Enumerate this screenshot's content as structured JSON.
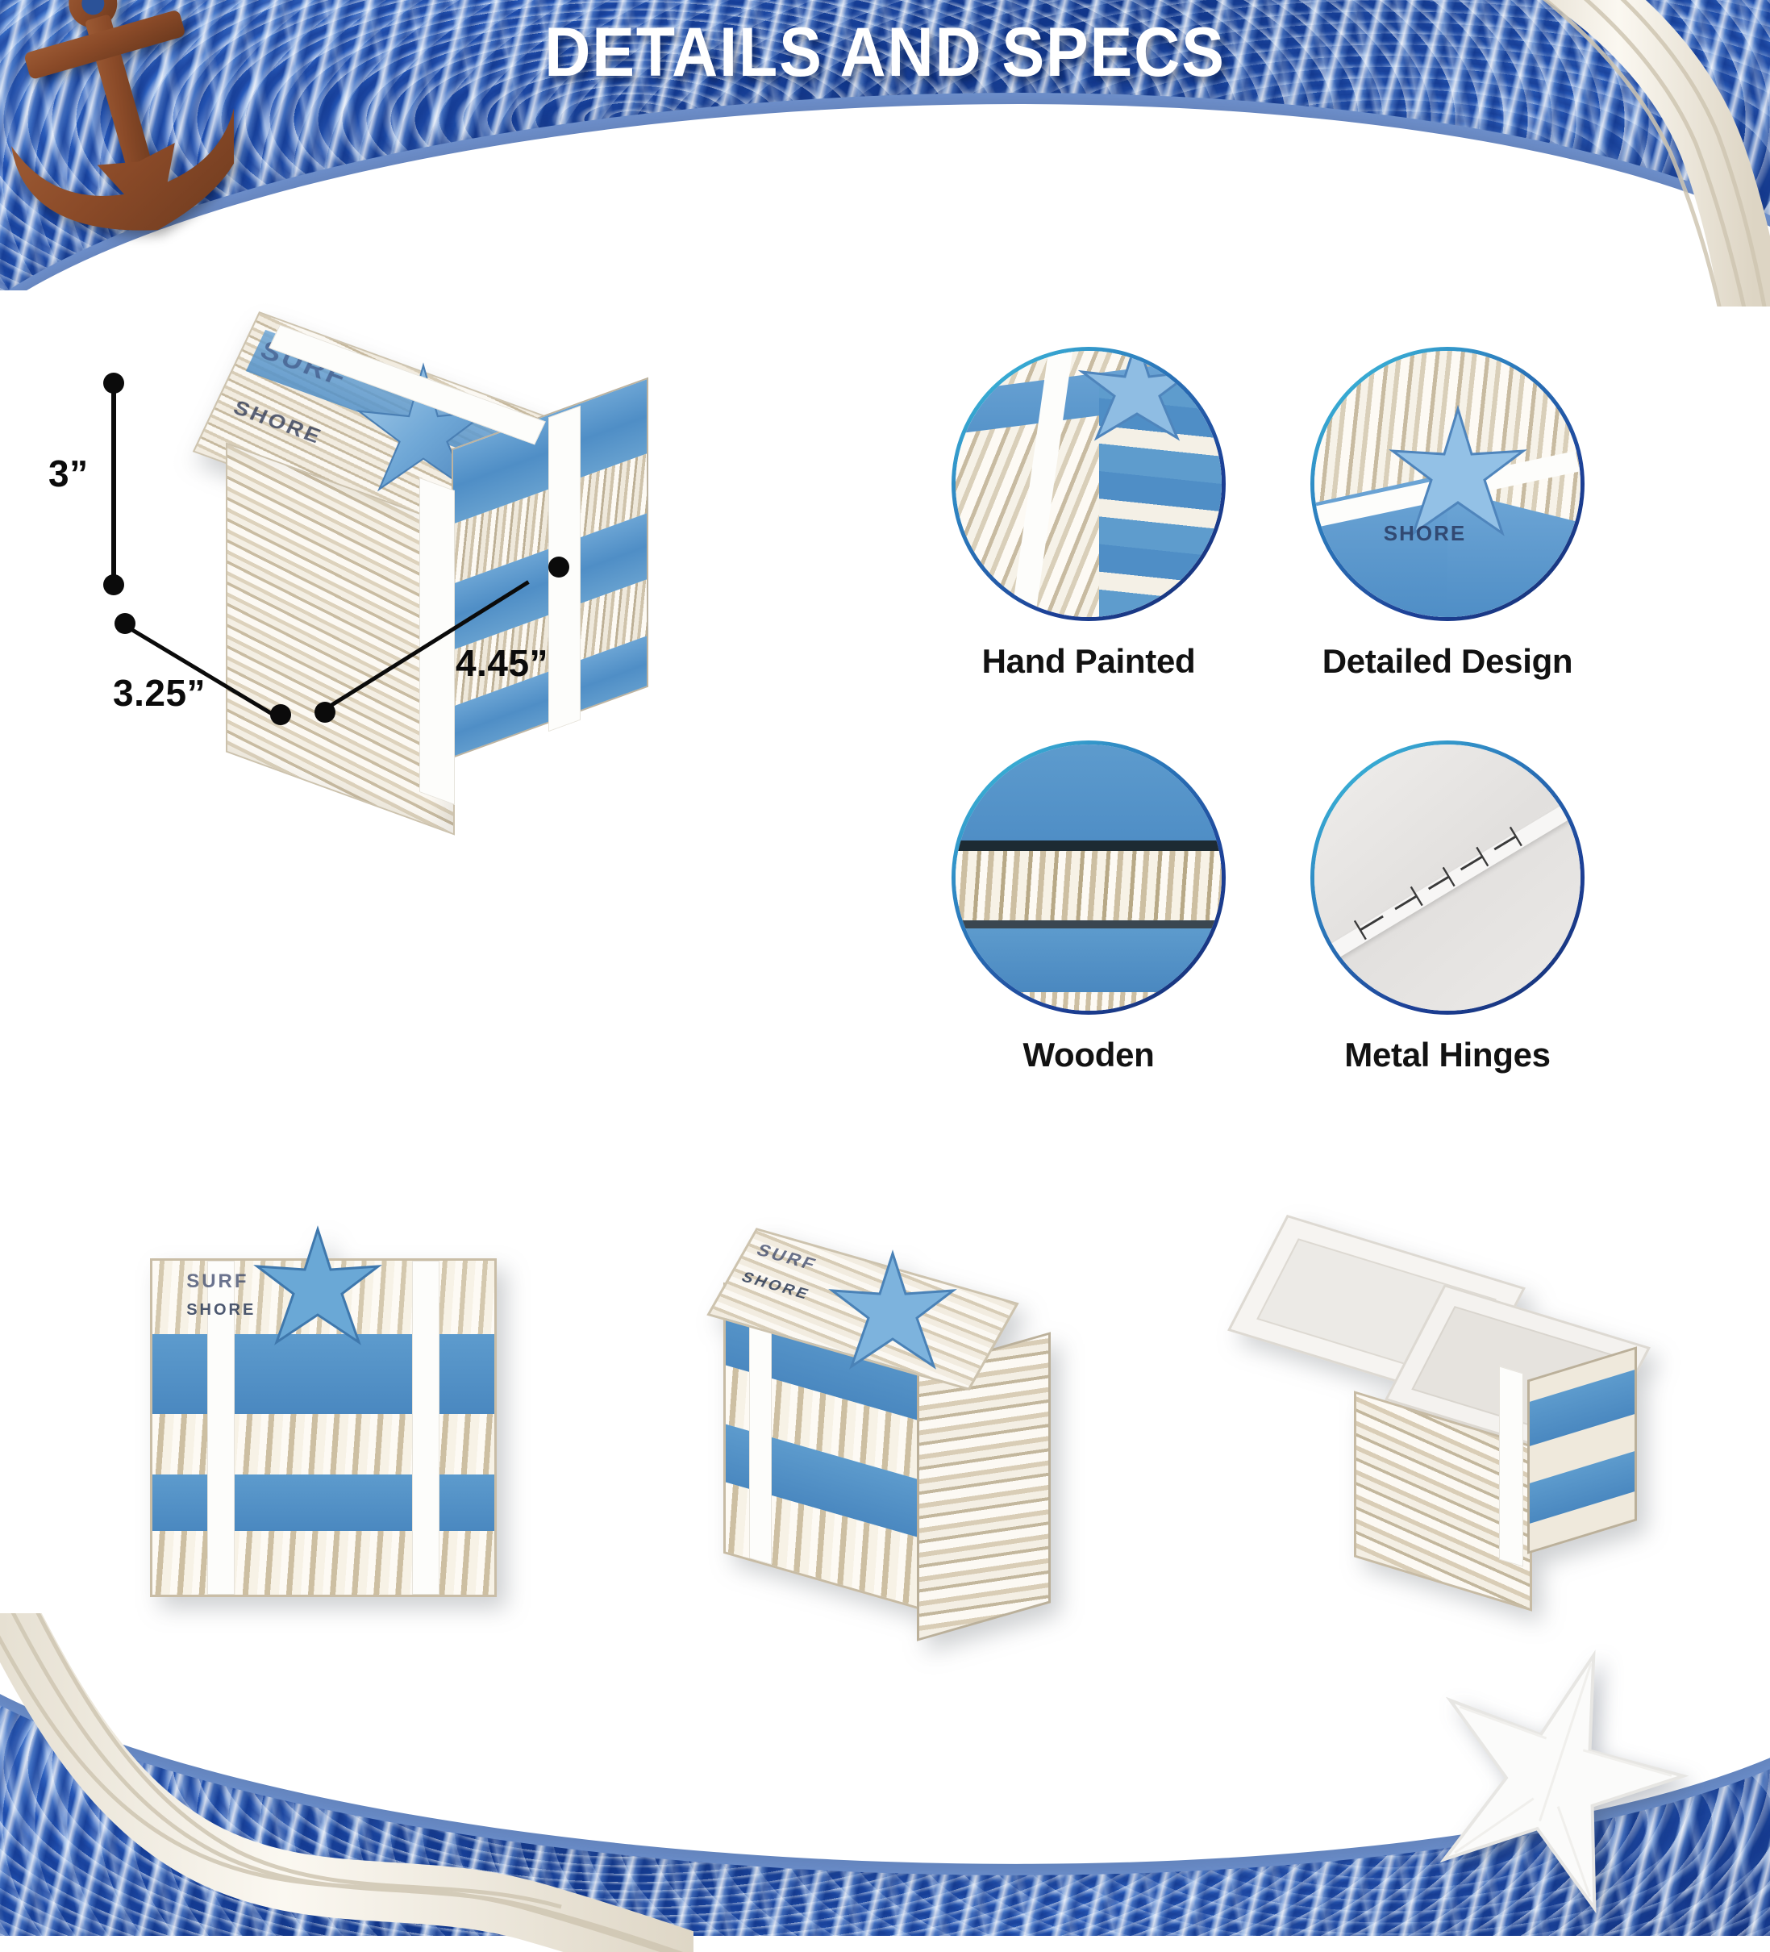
{
  "header": {
    "title": "DETAILS AND SPECS",
    "decor": {
      "anchor_icon": "anchor-icon",
      "rope_icon": "rope-icon",
      "starfish_icon": "starfish-icon"
    },
    "band_color": "#1c3f96",
    "wave_edge_color": "#6f93d1",
    "title_color": "#ffffff"
  },
  "dimensions": {
    "height": "3”",
    "depth": "3.25”",
    "width": "4.45”",
    "marker_color": "#0b0b0b"
  },
  "features": [
    {
      "label": "Hand Painted",
      "icon": "box-corner-closeup-photo"
    },
    {
      "label": "Detailed Design",
      "icon": "starfish-lid-closeup-photo"
    },
    {
      "label": "Wooden",
      "icon": "wood-plank-closeup-photo"
    },
    {
      "label": "Metal Hinges",
      "icon": "metal-hinge-closeup-photo"
    }
  ],
  "feature_ring": {
    "from": "#3fc8e0",
    "to": "#16306f"
  },
  "product": {
    "lid_text_primary": "SURF",
    "lid_text_secondary": "SHORE",
    "colors": {
      "blue_plank": "#4f8ec6",
      "white_plank": "#f3efe7",
      "tan_plank": "#cfc3ab",
      "strap_white": "#fdfdfb",
      "starfish_blue": "#7fb4dd",
      "interior_white": "#f4f2ef"
    }
  },
  "gallery": [
    {
      "view": "front-closed-box"
    },
    {
      "view": "angled-closed-box"
    },
    {
      "view": "open-box-interior"
    }
  ]
}
